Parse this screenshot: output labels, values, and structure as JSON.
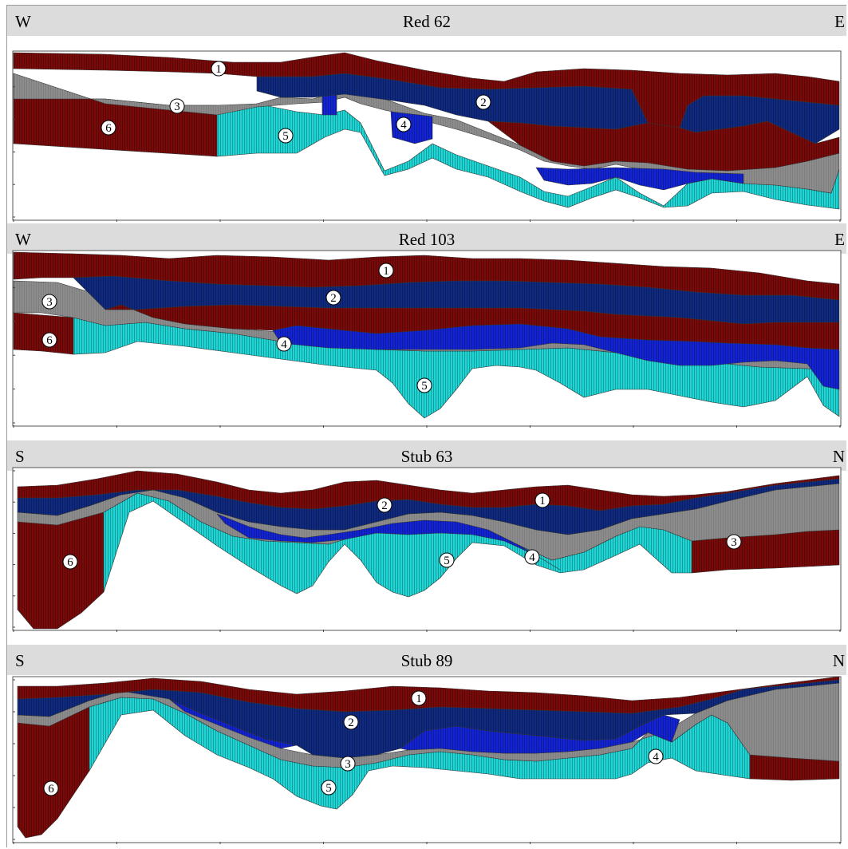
{
  "colors": {
    "layer_1": "#7a0a0a",
    "layer_2": "#0f2a80",
    "layer_3": "#8c8c8c",
    "layer_4": "#1224d6",
    "layer_5": "#1fd6d6",
    "layer_6": "#7a0a0a"
  },
  "panels": [
    {
      "direction_left": "W",
      "title": "Red 62",
      "direction_right": "E",
      "layers": [
        {
          "id": "1",
          "label": "1"
        },
        {
          "id": "2",
          "label": "2"
        },
        {
          "id": "3",
          "label": "3"
        },
        {
          "id": "4",
          "label": "4"
        },
        {
          "id": "5",
          "label": "5"
        },
        {
          "id": "6",
          "label": "6"
        }
      ]
    },
    {
      "direction_left": "W",
      "title": "Red 103",
      "direction_right": "E",
      "layers": [
        {
          "id": "1",
          "label": "1"
        },
        {
          "id": "2",
          "label": "2"
        },
        {
          "id": "3",
          "label": "3"
        },
        {
          "id": "4",
          "label": "4"
        },
        {
          "id": "5",
          "label": "5"
        },
        {
          "id": "6",
          "label": "6"
        }
      ]
    },
    {
      "direction_left": "S",
      "title": "Stub 63",
      "direction_right": "N",
      "layers": [
        {
          "id": "1",
          "label": "1"
        },
        {
          "id": "2",
          "label": "2"
        },
        {
          "id": "3",
          "label": "3"
        },
        {
          "id": "4",
          "label": "4"
        },
        {
          "id": "5",
          "label": "5"
        },
        {
          "id": "6",
          "label": "6"
        }
      ]
    },
    {
      "direction_left": "S",
      "title": "Stub  89",
      "direction_right": "N",
      "layers": [
        {
          "id": "1",
          "label": "1"
        },
        {
          "id": "2",
          "label": "2"
        },
        {
          "id": "3",
          "label": "3"
        },
        {
          "id": "4",
          "label": "4"
        },
        {
          "id": "5",
          "label": "5"
        },
        {
          "id": "6",
          "label": "6"
        }
      ]
    }
  ]
}
